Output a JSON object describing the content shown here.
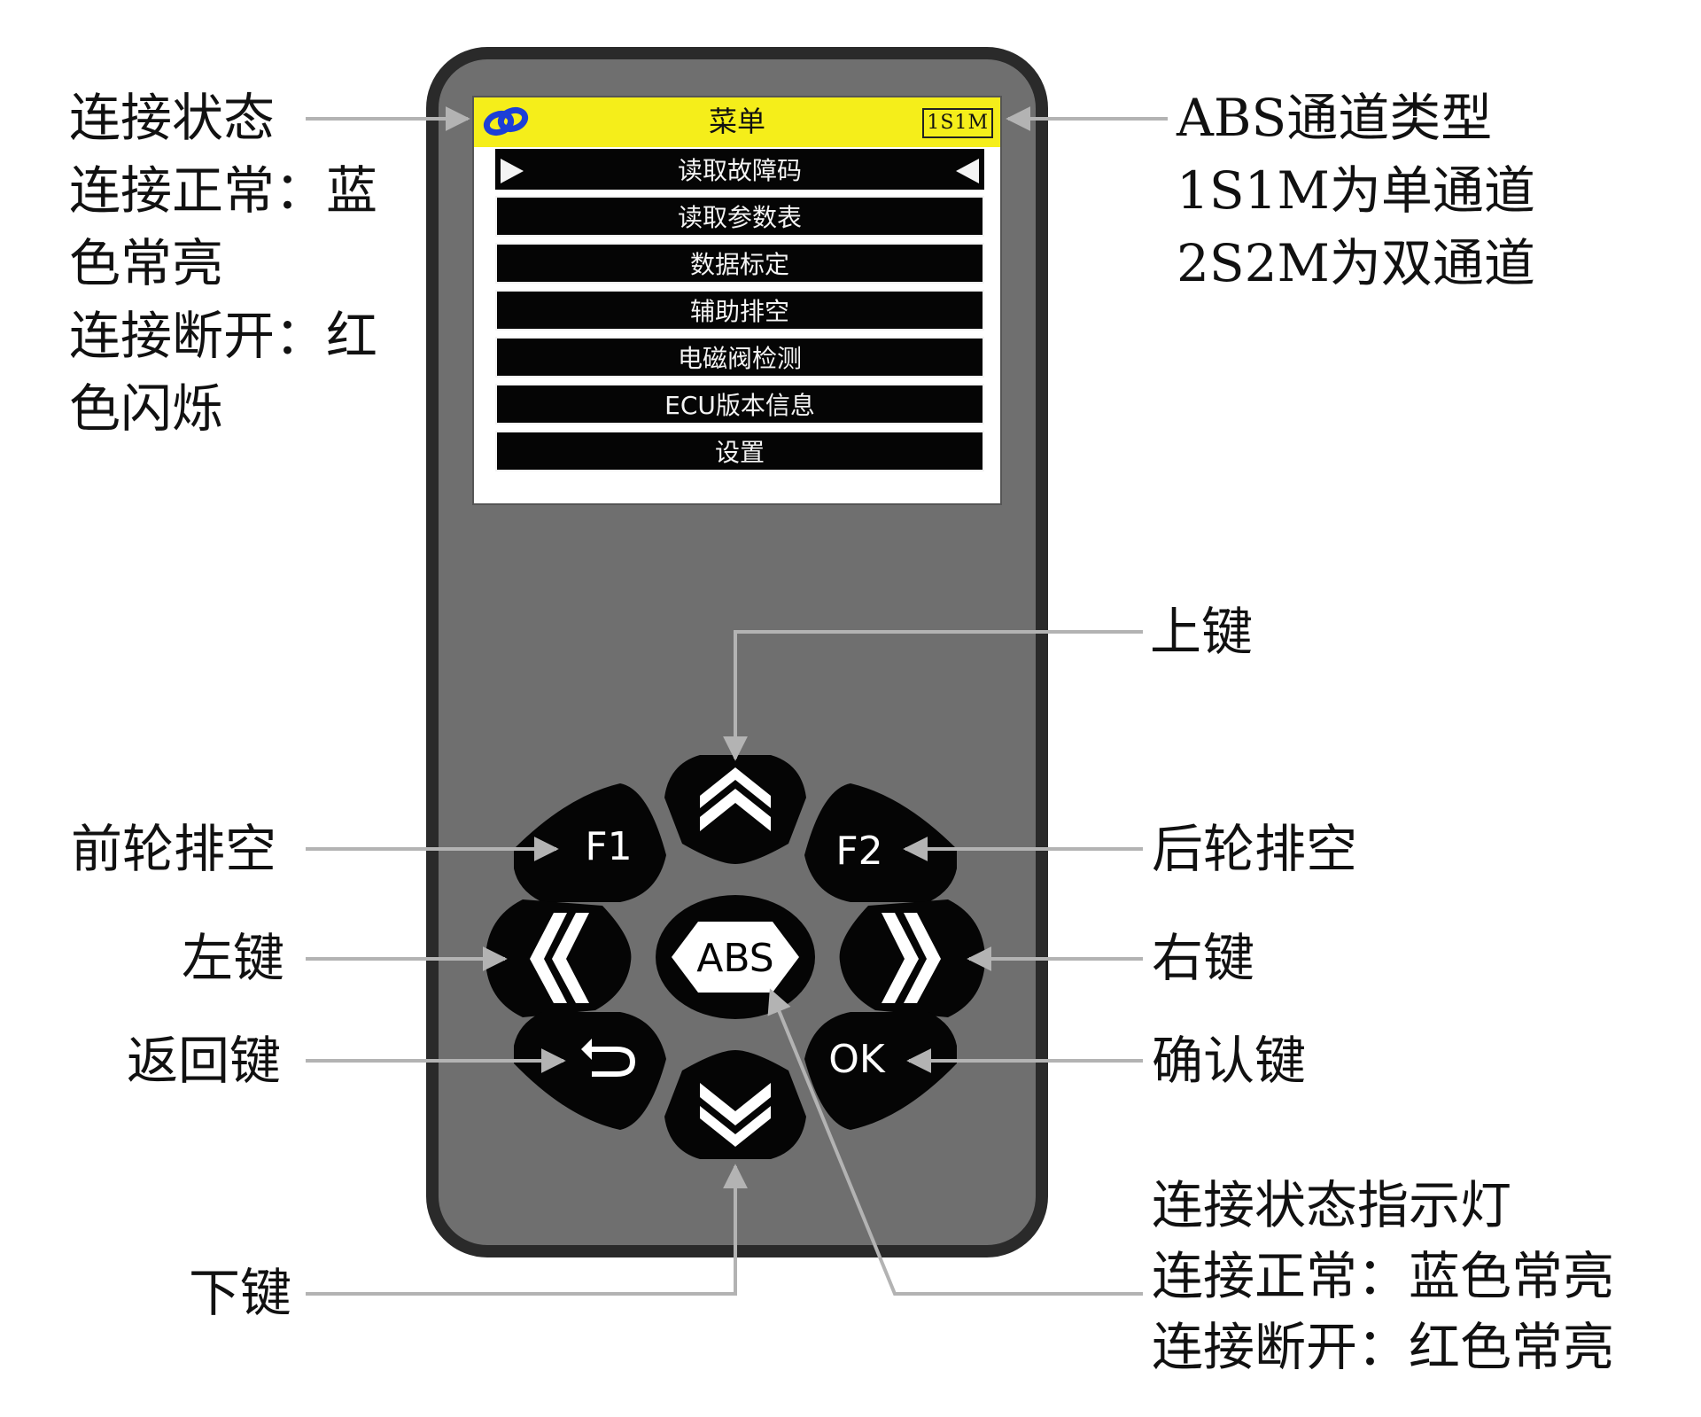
{
  "screen": {
    "title": "菜单",
    "abs_type_badge": "1S1M",
    "menu": [
      {
        "label": "读取故障码",
        "selected": true
      },
      {
        "label": "读取参数表",
        "selected": false
      },
      {
        "label": "数据标定",
        "selected": false
      },
      {
        "label": "辅助排空",
        "selected": false
      },
      {
        "label": "电磁阀检测",
        "selected": false
      },
      {
        "label": "ECU版本信息",
        "selected": false
      },
      {
        "label": "设置",
        "selected": false
      }
    ]
  },
  "keys": {
    "f1": "F1",
    "f2": "F2",
    "abs": "ABS",
    "ok": "OK"
  },
  "callouts": {
    "connection_status": [
      "连接状态",
      "连接正常：蓝",
      "色常亮",
      "连接断开：红",
      "色闪烁"
    ],
    "abs_channel_type": [
      "ABS通道类型",
      "1S1M为单通道",
      "2S2M为双通道"
    ],
    "up_key": "上键",
    "front_bleed": "前轮排空",
    "rear_bleed": "后轮排空",
    "left_key": "左键",
    "right_key": "右键",
    "back_key": "返回键",
    "confirm_key": "确认键",
    "down_key": "下键",
    "indicator": [
      "连接状态指示灯",
      "连接正常：蓝色常亮",
      "连接断开：红色常亮"
    ]
  },
  "colors": {
    "device_body": "#6f6f6f",
    "device_frame": "#2a2a2a",
    "title_bar": "#f5ee1a",
    "menu_item": "#050505",
    "leader_line": "#b3b3b3",
    "link_icon": "#1d3fd6"
  },
  "icons": [
    "link-icon",
    "double-chevron-up-icon",
    "double-chevron-down-icon",
    "double-chevron-left-icon",
    "double-chevron-right-icon",
    "return-arrow-icon"
  ]
}
